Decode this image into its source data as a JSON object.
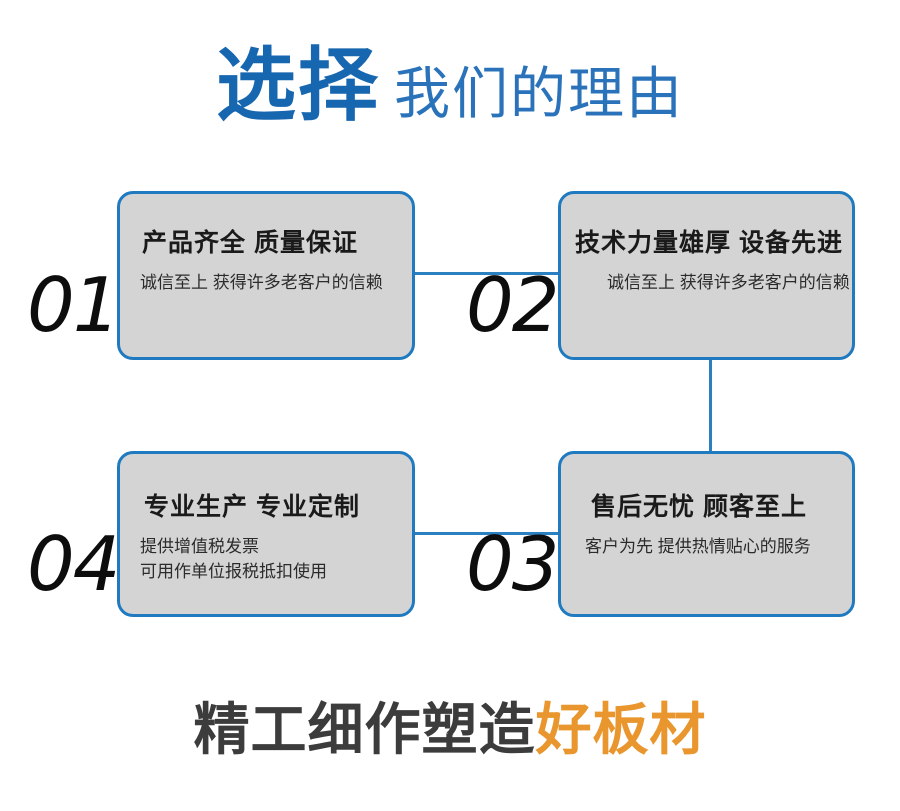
{
  "heading": {
    "strong": "选择",
    "light": "我们的理由",
    "strong_color": "#1766b0",
    "light_color": "#2a73bb"
  },
  "colors": {
    "card_border": "#1f7ac0",
    "card_fill": "#d4d4d4",
    "connector": "#2a80c0",
    "number": "#0d0d0d",
    "slogan_dark": "#3c3c3c",
    "slogan_accent": "#e8962d"
  },
  "cards": [
    {
      "number": "01",
      "title": "产品齐全 质量保证",
      "body": "诚信至上 获得许多老客户的信赖"
    },
    {
      "number": "02",
      "title": "技术力量雄厚 设备先进",
      "body": "诚信至上 获得许多老客户的信赖"
    },
    {
      "number": "03",
      "title": "售后无忧 顾客至上",
      "body": "客户为先 提供热情贴心的服务"
    },
    {
      "number": "04",
      "title": "专业生产 专业定制",
      "body": "提供增值税发票\n可用作单位报税抵扣使用"
    }
  ],
  "slogan": {
    "dark": "精工细作塑造",
    "accent": "好板材"
  }
}
